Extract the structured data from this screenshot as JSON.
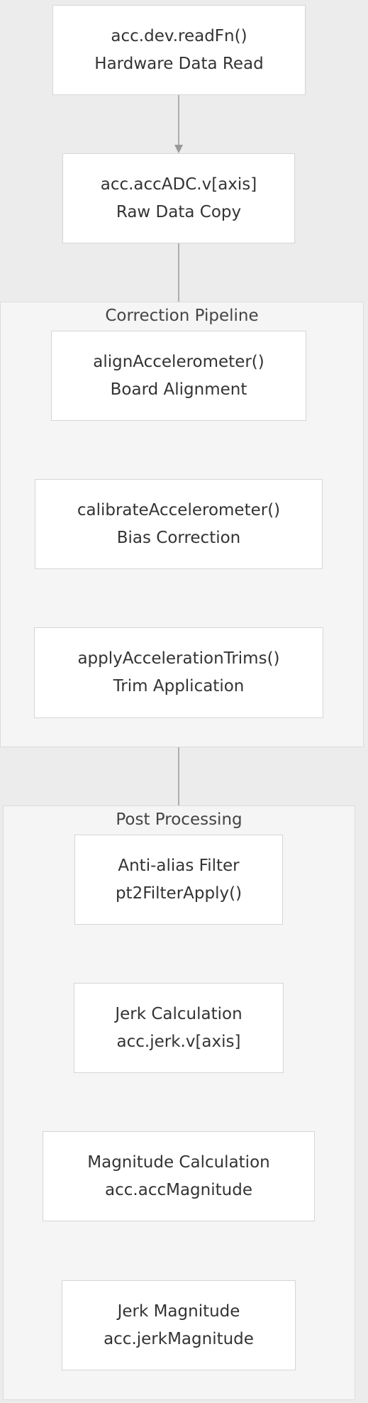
{
  "diagram": {
    "clusters": [
      {
        "id": "correction",
        "title": "Correction Pipeline"
      },
      {
        "id": "post",
        "title": "Post Processing"
      }
    ],
    "nodes": [
      {
        "id": "read",
        "line1": "acc.dev.readFn()",
        "line2": "Hardware Data Read"
      },
      {
        "id": "copy",
        "line1": "acc.accADC.v[axis]",
        "line2": "Raw Data Copy"
      },
      {
        "id": "align",
        "line1": "alignAccelerometer()",
        "line2": "Board Alignment"
      },
      {
        "id": "calib",
        "line1": "calibrateAccelerometer()",
        "line2": "Bias Correction"
      },
      {
        "id": "trims",
        "line1": "applyAccelerationTrims()",
        "line2": "Trim Application"
      },
      {
        "id": "antialias",
        "line1": "Anti-alias Filter",
        "line2": "pt2FilterApply()"
      },
      {
        "id": "jerk",
        "line1": "Jerk Calculation",
        "line2": "acc.jerk.v[axis]"
      },
      {
        "id": "mag",
        "line1": "Magnitude Calculation",
        "line2": "acc.accMagnitude"
      },
      {
        "id": "jerkmag",
        "line1": "Jerk Magnitude",
        "line2": "acc.jerkMagnitude"
      }
    ],
    "edges": [
      [
        "read",
        "copy"
      ],
      [
        "copy",
        "align"
      ],
      [
        "align",
        "calib"
      ],
      [
        "calib",
        "trims"
      ],
      [
        "trims",
        "antialias"
      ],
      [
        "antialias",
        "jerk"
      ],
      [
        "jerk",
        "mag"
      ],
      [
        "mag",
        "jerkmag"
      ]
    ],
    "colors": {
      "background": "#ececec",
      "cluster_fill": "#f5f5f5",
      "node_fill": "#ffffff",
      "border": "#d6d6d6",
      "edge": "#999999",
      "text": "#333333"
    }
  }
}
